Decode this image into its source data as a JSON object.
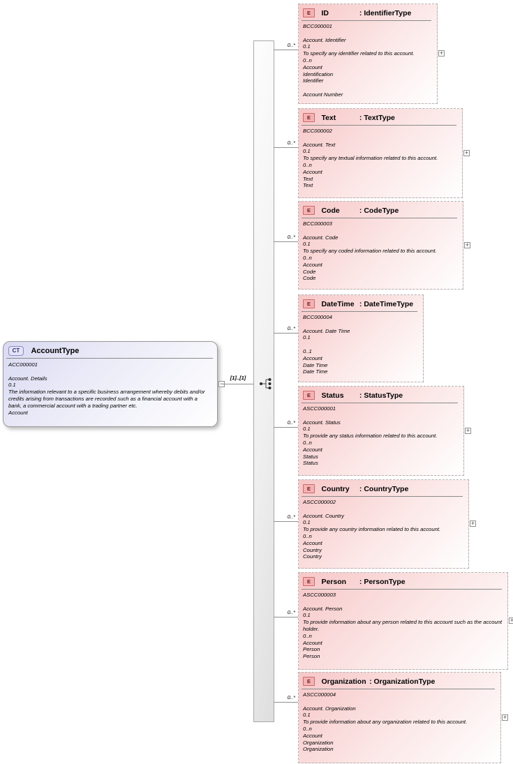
{
  "glyphs": {
    "expand": "+",
    "collapse": "−"
  },
  "diagram": {
    "root": {
      "badge": "CT",
      "title": "AccountType",
      "lines": [
        "ACC000001",
        "",
        "Account. Details",
        "0.1",
        "The information relevant to a specific business arrangement whereby debits and/or credits arising from transactions are recorded such as a financial account with a bank, a commercial account with a trading partner etc.",
        "Account"
      ]
    },
    "link": {
      "label": "[1]..[1]"
    },
    "elements": [
      {
        "badge": "E",
        "name": "ID",
        "type": ": IdentifierType",
        "cardinality": "0..*",
        "lines": [
          "BCC000001",
          "",
          "Account. Identifier",
          "0.1",
          "To specify any identifier related to this account.",
          "0..n",
          "Account",
          "Identification",
          "Identifier",
          "",
          "Account Number"
        ]
      },
      {
        "badge": "E",
        "name": "Text",
        "type": ": TextType",
        "cardinality": "0..*",
        "lines": [
          "BCC000002",
          "",
          "Account. Text",
          "0.1",
          "To specify any textual information related to this account.",
          "0..n",
          "Account",
          "Text",
          "Text"
        ]
      },
      {
        "badge": "E",
        "name": "Code",
        "type": ": CodeType",
        "cardinality": "0..*",
        "lines": [
          "BCC000003",
          "",
          "Account. Code",
          "0.1",
          "To specify any coded information related to this account.",
          "0..n",
          "Account",
          "Code",
          "Code"
        ]
      },
      {
        "badge": "E",
        "name": "DateTime",
        "type": ": DateTimeType",
        "cardinality": "0..*",
        "lines": [
          "BCC000004",
          "",
          "Account. Date Time",
          "0.1",
          "",
          "0..1",
          "Account",
          "Date Time",
          "Date Time"
        ]
      },
      {
        "badge": "E",
        "name": "Status",
        "type": ": StatusType",
        "cardinality": "0..*",
        "lines": [
          "ASCC000001",
          "",
          "Account. Status",
          "0.1",
          "To provide any status information related to this account.",
          "0..n",
          "Account",
          "Status",
          "Status"
        ]
      },
      {
        "badge": "E",
        "name": "Country",
        "type": ": CountryType",
        "cardinality": "0..*",
        "lines": [
          "ASCC000002",
          "",
          "Account. Country",
          "0.1",
          "To provide any country information related to this account.",
          "0..n",
          "Account",
          "Country",
          "Country"
        ]
      },
      {
        "badge": "E",
        "name": "Person",
        "type": ": PersonType",
        "cardinality": "0..*",
        "lines": [
          "ASCC000003",
          "",
          "Account. Person",
          "0.1",
          "To provide information about any person related to this account such as the account holder.",
          "0..n",
          "Account",
          "Person",
          "Person"
        ]
      },
      {
        "badge": "E",
        "name": "Organization",
        "type": ": OrganizationType",
        "cardinality": "0..*",
        "lines": [
          "ASCC000004",
          "",
          "Account. Organization",
          "0.1",
          "To provide information about any organization related to this account.",
          "0..n",
          "Account",
          "Organization",
          "Organization"
        ]
      }
    ]
  }
}
